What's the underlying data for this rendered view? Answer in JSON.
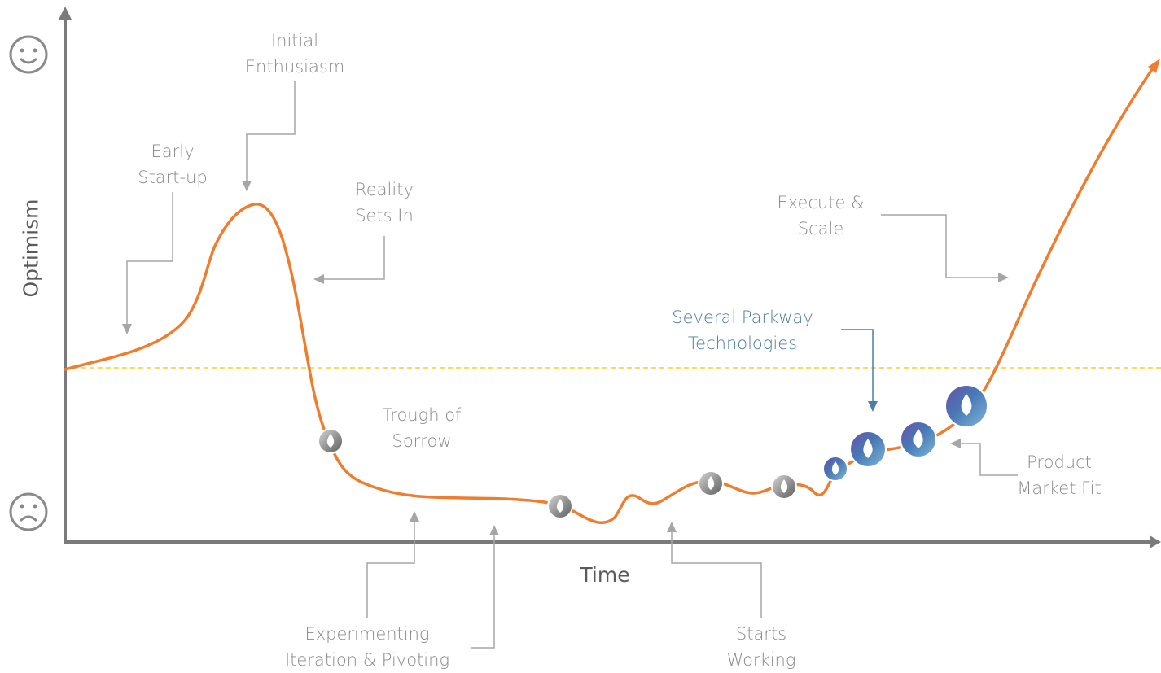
{
  "axes": {
    "x_label": "Time",
    "y_label": "Optimism"
  },
  "icons": {
    "top": "happy-face-icon",
    "bottom": "sad-face-icon",
    "markers": "parkway-drop-logo-icon"
  },
  "colors": {
    "curve": "#ef7d2d",
    "axis": "#7a7a7a",
    "reference_line": "#f3d22b",
    "callout": "#a6a6a6",
    "text": "#8a8a8a",
    "highlight": "#4a7fa8"
  },
  "stages": {
    "early_startup": [
      "Early",
      "Start-up"
    ],
    "initial_enthusiasm": [
      "Initial",
      "Enthusiasm"
    ],
    "reality_sets_in": [
      "Reality",
      "Sets In"
    ],
    "trough_of_sorrow": [
      "Trough of",
      "Sorrow"
    ],
    "experimenting": [
      "Experimenting",
      "Iteration & Pivoting"
    ],
    "starts_working": [
      "Starts",
      "Working"
    ],
    "execute_scale": [
      "Execute &",
      "Scale"
    ],
    "product_market_fit": [
      "Product",
      "Market Fit"
    ]
  },
  "highlight": [
    "Several Parkway",
    "Technologies"
  ]
}
